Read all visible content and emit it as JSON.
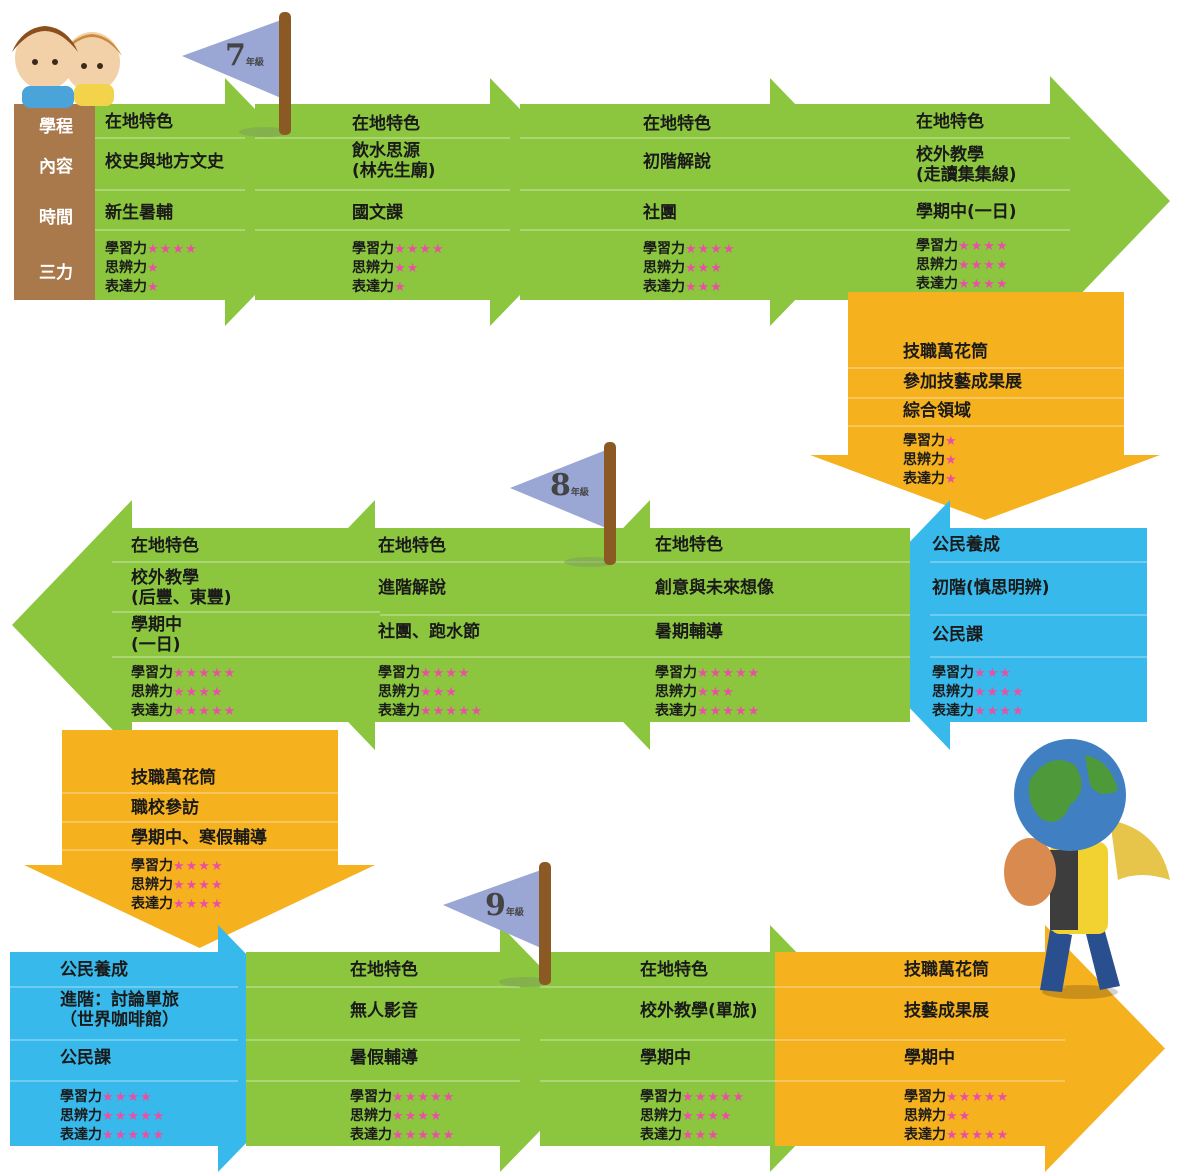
{
  "grades": [
    {
      "number": "7",
      "unit": "年級"
    },
    {
      "number": "8",
      "unit": "年級"
    },
    {
      "number": "9",
      "unit": "年級"
    }
  ],
  "row_labels": [
    "學程",
    "內容",
    "時間",
    "三力"
  ],
  "star_labels": [
    "學習力",
    "思辨力",
    "表達力"
  ],
  "colors": {
    "green": "#8cc63f",
    "orange": "#f6b11f",
    "blue": "#37b9eb",
    "brown": "#a9784b",
    "star": "#ea4fa4"
  },
  "cards": [
    {
      "id": "r1-c1",
      "color": "green",
      "program": "在地特色",
      "content": "校史與地方文史",
      "time": "新生暑輔",
      "learning": 4,
      "thinking": 1,
      "expression": 1
    },
    {
      "id": "r1-c2",
      "color": "green",
      "program": "在地特色",
      "content": "飲水思源\n(林先生廟)",
      "time": "國文課",
      "learning": 4,
      "thinking": 2,
      "expression": 1
    },
    {
      "id": "r1-c3",
      "color": "green",
      "program": "在地特色",
      "content": "初階解說",
      "time": "社團",
      "learning": 4,
      "thinking": 3,
      "expression": 3
    },
    {
      "id": "r1-c4",
      "color": "green",
      "program": "在地特色",
      "content": "校外教學\n(走讀集集線)",
      "time": "學期中(一日)",
      "learning": 4,
      "thinking": 4,
      "expression": 4
    },
    {
      "id": "r1-down",
      "color": "orange",
      "program": "技職萬花筒",
      "content": "參加技藝成果展",
      "time": "綜合領域",
      "learning": 1,
      "thinking": 1,
      "expression": 1
    },
    {
      "id": "r2-c1",
      "color": "blue",
      "program": "公民養成",
      "content": "初階(慎思明辨)",
      "time": "公民課",
      "learning": 3,
      "thinking": 4,
      "expression": 4
    },
    {
      "id": "r2-c2",
      "color": "green",
      "program": "在地特色",
      "content": "創意與未來想像",
      "time": "暑期輔導",
      "learning": 5,
      "thinking": 3,
      "expression": 5
    },
    {
      "id": "r2-c3",
      "color": "green",
      "program": "在地特色",
      "content": "進階解說",
      "time": "社團、跑水節",
      "learning": 4,
      "thinking": 3,
      "expression": 5
    },
    {
      "id": "r2-c4",
      "color": "green",
      "program": "在地特色",
      "content": "校外教學\n(后豐、東豐)",
      "time": "學期中\n(一日)",
      "learning": 5,
      "thinking": 4,
      "expression": 5
    },
    {
      "id": "r2-down",
      "color": "orange",
      "program": "技職萬花筒",
      "content": "職校參訪",
      "time": "學期中、寒假輔導",
      "learning": 4,
      "thinking": 4,
      "expression": 4
    },
    {
      "id": "r3-c1",
      "color": "blue",
      "program": "公民養成",
      "content": "進階：討論單旅\n（世界咖啡館）",
      "time": "公民課",
      "learning": 4,
      "thinking": 5,
      "expression": 5
    },
    {
      "id": "r3-c2",
      "color": "green",
      "program": "在地特色",
      "content": "無人影音",
      "time": "暑假輔導",
      "learning": 5,
      "thinking": 4,
      "expression": 5
    },
    {
      "id": "r3-c3",
      "color": "green",
      "program": "在地特色",
      "content": "校外教學(單旅)",
      "time": "學期中",
      "learning": 5,
      "thinking": 4,
      "expression": 3
    },
    {
      "id": "r3-c4",
      "color": "orange",
      "program": "技職萬花筒",
      "content": "技藝成果展",
      "time": "學期中",
      "learning": 5,
      "thinking": 2,
      "expression": 5
    }
  ]
}
